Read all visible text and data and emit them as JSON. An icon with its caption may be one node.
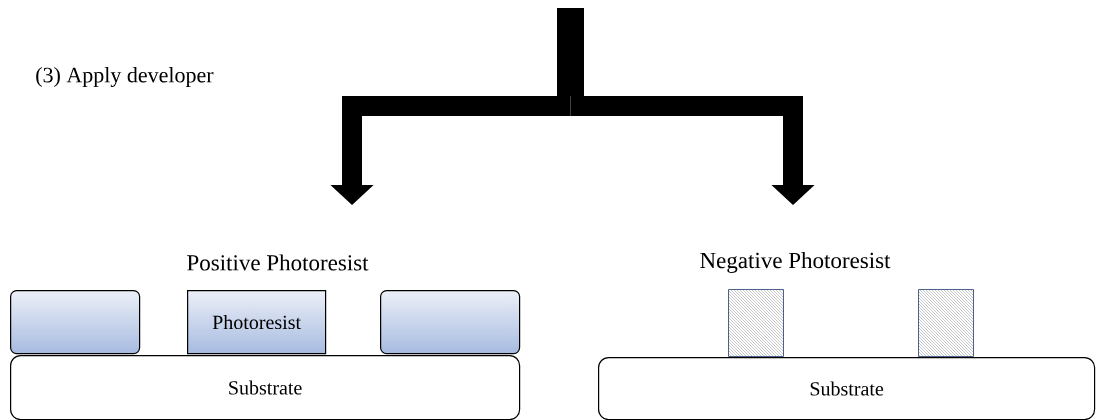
{
  "diagram": {
    "nodes": [
      {
        "text": [
          "Positive Photoresist"
        ]
      },
      {
        "text": [
          "Negative Photoresist"
        ]
      },
      {
        "text": [],
        "shape": "box"
      },
      {
        "text": [
          "Photoresist"
        ]
      },
      {
        "text": [],
        "shape": "box"
      },
      {
        "text": [],
        "shape": "box"
      },
      {
        "text": [],
        "shape": "box"
      },
      {
        "text": [
          "Substrate"
        ]
      },
      {
        "text": [
          "Substrate"
        ]
      }
    ],
    "edges": [
      {
        "from": null,
        "to": 0,
        "arrow": "to"
      },
      {
        "from": null,
        "to": 1,
        "arrow": "to"
      }
    ],
    "labels": [
      "(3) Apply developer"
    ]
  }
}
